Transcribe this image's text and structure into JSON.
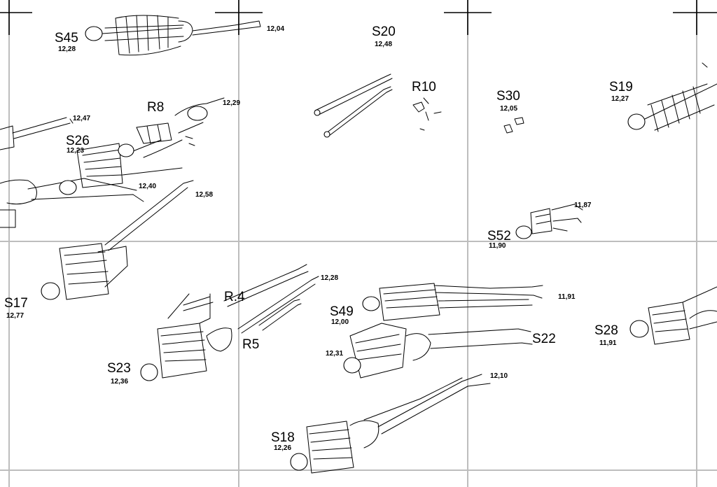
{
  "burials": [
    {
      "id": "S45",
      "elevation": "12,28"
    },
    {
      "id": "S20",
      "elevation": "12,48"
    },
    {
      "id": "R10",
      "elevation": ""
    },
    {
      "id": "S30",
      "elevation": "12,05"
    },
    {
      "id": "S19",
      "elevation": "12,27"
    },
    {
      "id": "R8",
      "elevation": ""
    },
    {
      "id": "S26",
      "elevation": "12,23"
    },
    {
      "id": "S52",
      "elevation": "11,90"
    },
    {
      "id": "S17",
      "elevation": "12,77"
    },
    {
      "id": "R.4",
      "elevation": ""
    },
    {
      "id": "S49",
      "elevation": "12,00"
    },
    {
      "id": "R5",
      "elevation": ""
    },
    {
      "id": "S22",
      "elevation": ""
    },
    {
      "id": "S28",
      "elevation": "11,91"
    },
    {
      "id": "S23",
      "elevation": "12,36"
    },
    {
      "id": "S18",
      "elevation": "12,26"
    }
  ],
  "spot_elevations": [
    "12,04",
    "12,29",
    "12,47",
    "12,40",
    "12,58",
    "11,87",
    "12,28",
    "11,91",
    "12,31",
    "12,10"
  ]
}
